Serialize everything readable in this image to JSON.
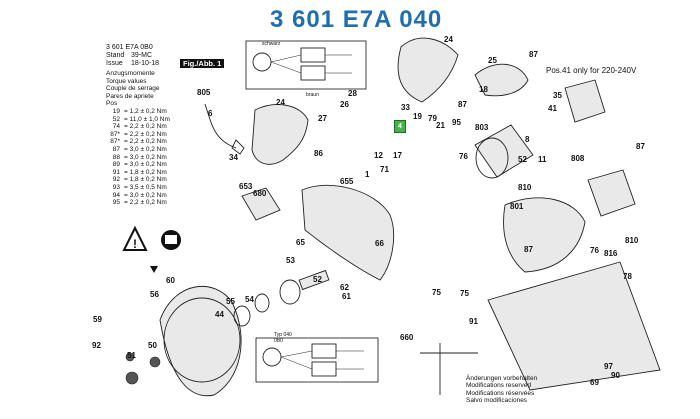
{
  "title": "3 601 E7A 040",
  "meta": {
    "part_number": "3 601 E7A 0B0",
    "stand_label": "Stand",
    "stand_value": "39-MC",
    "issue_label": "Issue",
    "issue_value": "18-10-18",
    "figure_label": "Fig./Abb. 1"
  },
  "torque": {
    "headings": [
      "Anzugsmomente",
      "Torque values",
      "Couple de serrage",
      "Pares de apriete",
      "Pos"
    ],
    "rows": [
      {
        "pos": "19",
        "value": "= 1,2 ± 0,2 Nm"
      },
      {
        "pos": "52",
        "value": "= 11,0 ± 1,0 Nm"
      },
      {
        "pos": "74",
        "value": "= 2,2 ± 0,2 Nm"
      },
      {
        "pos": "87*",
        "value": "= 2,2 ± 0,2 Nm"
      },
      {
        "pos": "87*",
        "value": "= 2,2 ± 0,2 Nm"
      },
      {
        "pos": "87",
        "value": "= 3,0 ± 0,2 Nm"
      },
      {
        "pos": "88",
        "value": "= 3,0 ± 0,2 Nm"
      },
      {
        "pos": "89",
        "value": "= 3,0 ± 0,2 Nm"
      },
      {
        "pos": "91",
        "value": "= 1,8 ± 0,2 Nm"
      },
      {
        "pos": "92",
        "value": "= 1,8 ± 0,2 Nm"
      },
      {
        "pos": "93",
        "value": "= 3,5 ± 0,5 Nm"
      },
      {
        "pos": "94",
        "value": "= 3,0 ± 0,2 Nm"
      },
      {
        "pos": "95",
        "value": "= 2,2 ± 0,2 Nm"
      }
    ]
  },
  "note_pos41": "Pos.41 only for 220-240V",
  "highlight_label": "4",
  "footer": {
    "lines": [
      "Änderungen vorbehalten",
      "Modifications reserved",
      "Modifications réservées",
      "Salvo modificaciones"
    ]
  },
  "callouts": [
    {
      "text": "805"
    },
    {
      "text": "6"
    },
    {
      "text": "24"
    },
    {
      "text": "34"
    },
    {
      "text": "26"
    },
    {
      "text": "28"
    },
    {
      "text": "27"
    },
    {
      "text": "33"
    },
    {
      "text": "19"
    },
    {
      "text": "86"
    },
    {
      "text": "12"
    },
    {
      "text": "24"
    },
    {
      "text": "87"
    },
    {
      "text": "25"
    },
    {
      "text": "87"
    },
    {
      "text": "18"
    },
    {
      "text": "41"
    },
    {
      "text": "35"
    },
    {
      "text": "21"
    },
    {
      "text": "79"
    },
    {
      "text": "95"
    },
    {
      "text": "803"
    },
    {
      "text": "8"
    },
    {
      "text": "76"
    },
    {
      "text": "11"
    },
    {
      "text": "17"
    },
    {
      "text": "655"
    },
    {
      "text": "653"
    },
    {
      "text": "680"
    },
    {
      "text": "71"
    },
    {
      "text": "1"
    },
    {
      "text": "52"
    },
    {
      "text": "808"
    },
    {
      "text": "87"
    },
    {
      "text": "810"
    },
    {
      "text": "801"
    },
    {
      "text": "810"
    },
    {
      "text": "65"
    },
    {
      "text": "66"
    },
    {
      "text": "87"
    },
    {
      "text": "76"
    },
    {
      "text": "78"
    },
    {
      "text": "60"
    },
    {
      "text": "56"
    },
    {
      "text": "53"
    },
    {
      "text": "54"
    },
    {
      "text": "55"
    },
    {
      "text": "62"
    },
    {
      "text": "61"
    },
    {
      "text": "75"
    },
    {
      "text": "75"
    },
    {
      "text": "816"
    },
    {
      "text": "44"
    },
    {
      "text": "59"
    },
    {
      "text": "92"
    },
    {
      "text": "51"
    },
    {
      "text": "50"
    },
    {
      "text": "52"
    },
    {
      "text": "91"
    },
    {
      "text": "660"
    },
    {
      "text": "69"
    },
    {
      "text": "90"
    },
    {
      "text": "97"
    }
  ],
  "schematic_labels": [
    "schwarz",
    "braun",
    "Typ 040",
    "0B0"
  ],
  "colors": {
    "title": "#1f6fb0",
    "highlight": "#49b24a"
  }
}
